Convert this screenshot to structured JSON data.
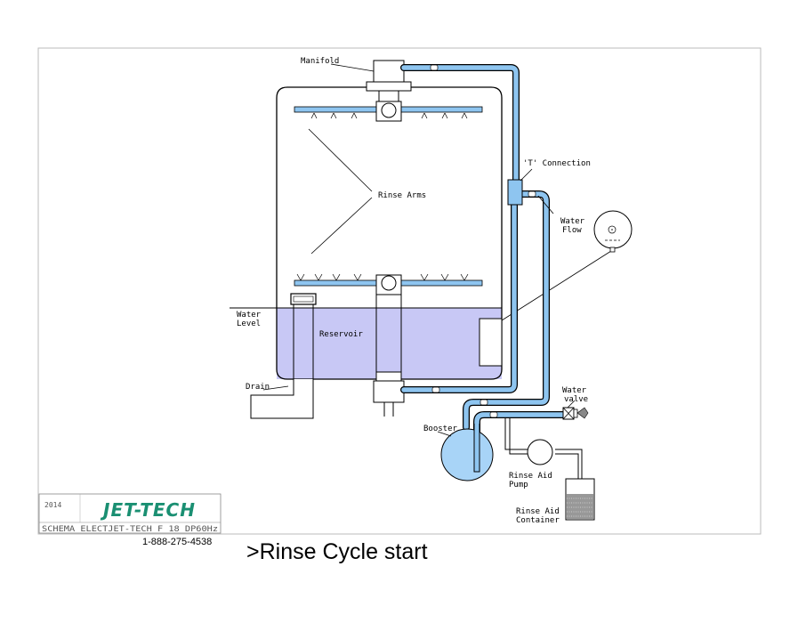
{
  "labels": {
    "manifold": "Manifold",
    "rinse_arms": "Rinse Arms",
    "t_connection": "'T' Connection",
    "water_flow_1": "Water",
    "water_flow_2": "Flow",
    "water_level_1": "Water",
    "water_level_2": "Level",
    "reservoir": "Reservoir",
    "drain": "Drain",
    "booster": "Booster",
    "water_valve_1": "Water",
    "water_valve_2": "valve",
    "rinse_aid_pump_1": "Rinse Aid",
    "rinse_aid_pump_2": "Pump",
    "rinse_aid_container_1": "Rinse Aid",
    "rinse_aid_container_2": "Container"
  },
  "title_block": {
    "year": "2014",
    "logo": "JET-TECH",
    "schema": "SCHEMA ELECTJET-TECH F 18 DP60Hz"
  },
  "phone": "1-888-275-4538",
  "caption": ">Rinse Cycle start",
  "colors": {
    "pipe": "#8ec5f0",
    "reservoir_fill": "#c8c8f5",
    "booster_fill": "#a8d4f7",
    "logo": "#1a8f72"
  }
}
